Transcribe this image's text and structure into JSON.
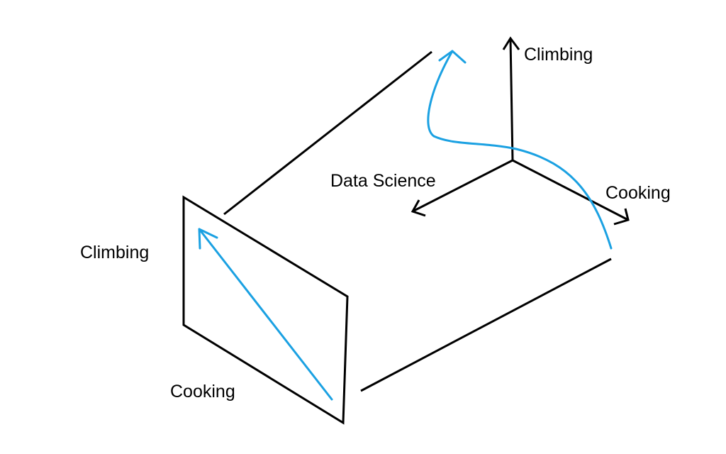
{
  "colors": {
    "ink": "#000000",
    "vector": "#1ba1e2",
    "background": "#ffffff"
  },
  "axes3d": {
    "up_label": "Climbing",
    "left_label": "Data Science",
    "right_label": "Cooking"
  },
  "projection_plane": {
    "vertical_label": "Climbing",
    "horizontal_label": "Cooking"
  }
}
